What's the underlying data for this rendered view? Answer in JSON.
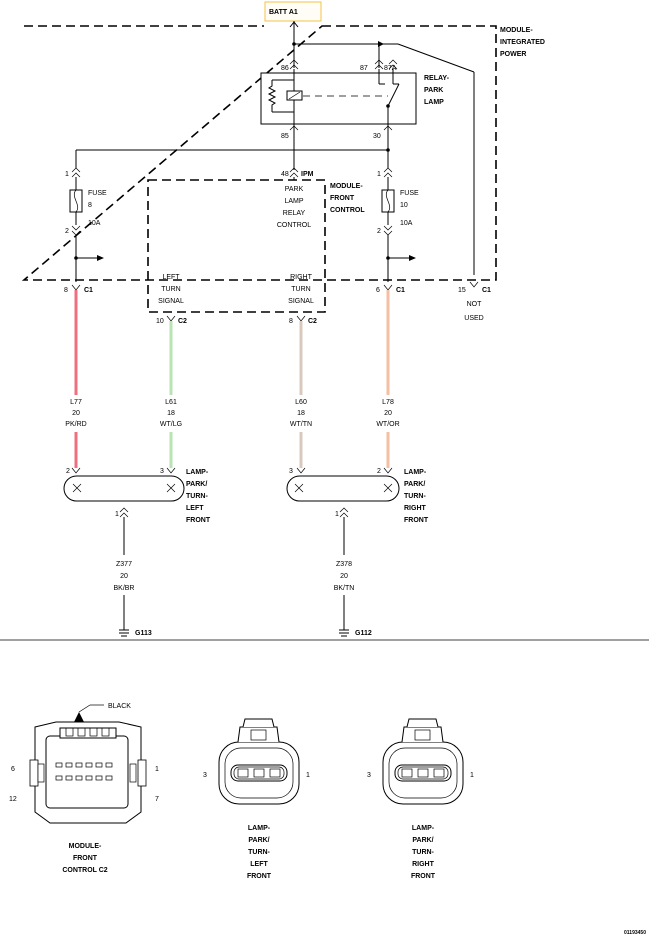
{
  "batt": "BATT A1",
  "module_power": [
    "MODULE-",
    "INTEGRATED",
    "POWER"
  ],
  "relay": {
    "label": [
      "RELAY-",
      "PARK",
      "LAMP"
    ],
    "pins": {
      "p86": "86",
      "p87": "87",
      "p87a": "87A",
      "p85": "85",
      "p30": "30"
    }
  },
  "fuses": [
    {
      "label": "FUSE",
      "num": "8",
      "amps": "10A",
      "pin_top": "1",
      "pin_bot": "2"
    },
    {
      "label": "FUSE",
      "num": "10",
      "amps": "10A",
      "pin_top": "1",
      "pin_bot": "2"
    }
  ],
  "ipm": {
    "pin": "48",
    "label": "IPM"
  },
  "front_control": {
    "label": [
      "MODULE-",
      "FRONT",
      "CONTROL"
    ],
    "relay_ctrl": [
      "PARK",
      "LAMP",
      "RELAY",
      "CONTROL"
    ],
    "left_signal": [
      "LEFT",
      "TURN",
      "SIGNAL"
    ],
    "right_signal": [
      "RIGHT",
      "TURN",
      "SIGNAL"
    ]
  },
  "conn_pins": {
    "c1_8": {
      "pin": "8",
      "conn": "C1"
    },
    "c2_10": {
      "pin": "10",
      "conn": "C2"
    },
    "c2_8": {
      "pin": "8",
      "conn": "C2"
    },
    "c1_6": {
      "pin": "6",
      "conn": "C1"
    },
    "c1_15": {
      "pin": "15",
      "conn": "C1"
    }
  },
  "not_used": [
    "NOT",
    "USED"
  ],
  "wires": [
    {
      "circuit": "L77",
      "gauge": "20",
      "color": "PK/RD",
      "hex": "#ee6f7e"
    },
    {
      "circuit": "L61",
      "gauge": "18",
      "color": "WT/LG",
      "hex": "#b9e3b3"
    },
    {
      "circuit": "L60",
      "gauge": "18",
      "color": "WT/TN",
      "hex": "#d9c9bd"
    },
    {
      "circuit": "L78",
      "gauge": "20",
      "color": "WT/OR",
      "hex": "#f5bfa3"
    }
  ],
  "lamps": [
    {
      "pin_left": "2",
      "pin_right": "3",
      "pin_bottom": "1",
      "label": [
        "LAMP-",
        "PARK/",
        "TURN-",
        "LEFT",
        "FRONT"
      ]
    },
    {
      "pin_left": "3",
      "pin_right": "2",
      "pin_bottom": "1",
      "label": [
        "LAMP-",
        "PARK/",
        "TURN-",
        "RIGHT",
        "FRONT"
      ]
    }
  ],
  "grounds": [
    {
      "circuit": "Z377",
      "gauge": "20",
      "color": "BK/BR",
      "ground": "G113"
    },
    {
      "circuit": "Z378",
      "gauge": "20",
      "color": "BK/TN",
      "ground": "G112"
    }
  ],
  "connector_views": [
    {
      "color": "BLACK",
      "pins": {
        "tl": "6",
        "tr": "1",
        "bl": "12",
        "br": "7"
      },
      "label": [
        "MODULE-",
        "FRONT",
        "CONTROL C2"
      ]
    },
    {
      "pins": {
        "l": "3",
        "r": "1"
      },
      "label": [
        "LAMP-",
        "PARK/",
        "TURN-",
        "LEFT",
        "FRONT"
      ]
    },
    {
      "pins": {
        "l": "3",
        "r": "1"
      },
      "label": [
        "LAMP-",
        "PARK/",
        "TURN-",
        "RIGHT",
        "FRONT"
      ]
    }
  ],
  "figure_id": "01193450"
}
